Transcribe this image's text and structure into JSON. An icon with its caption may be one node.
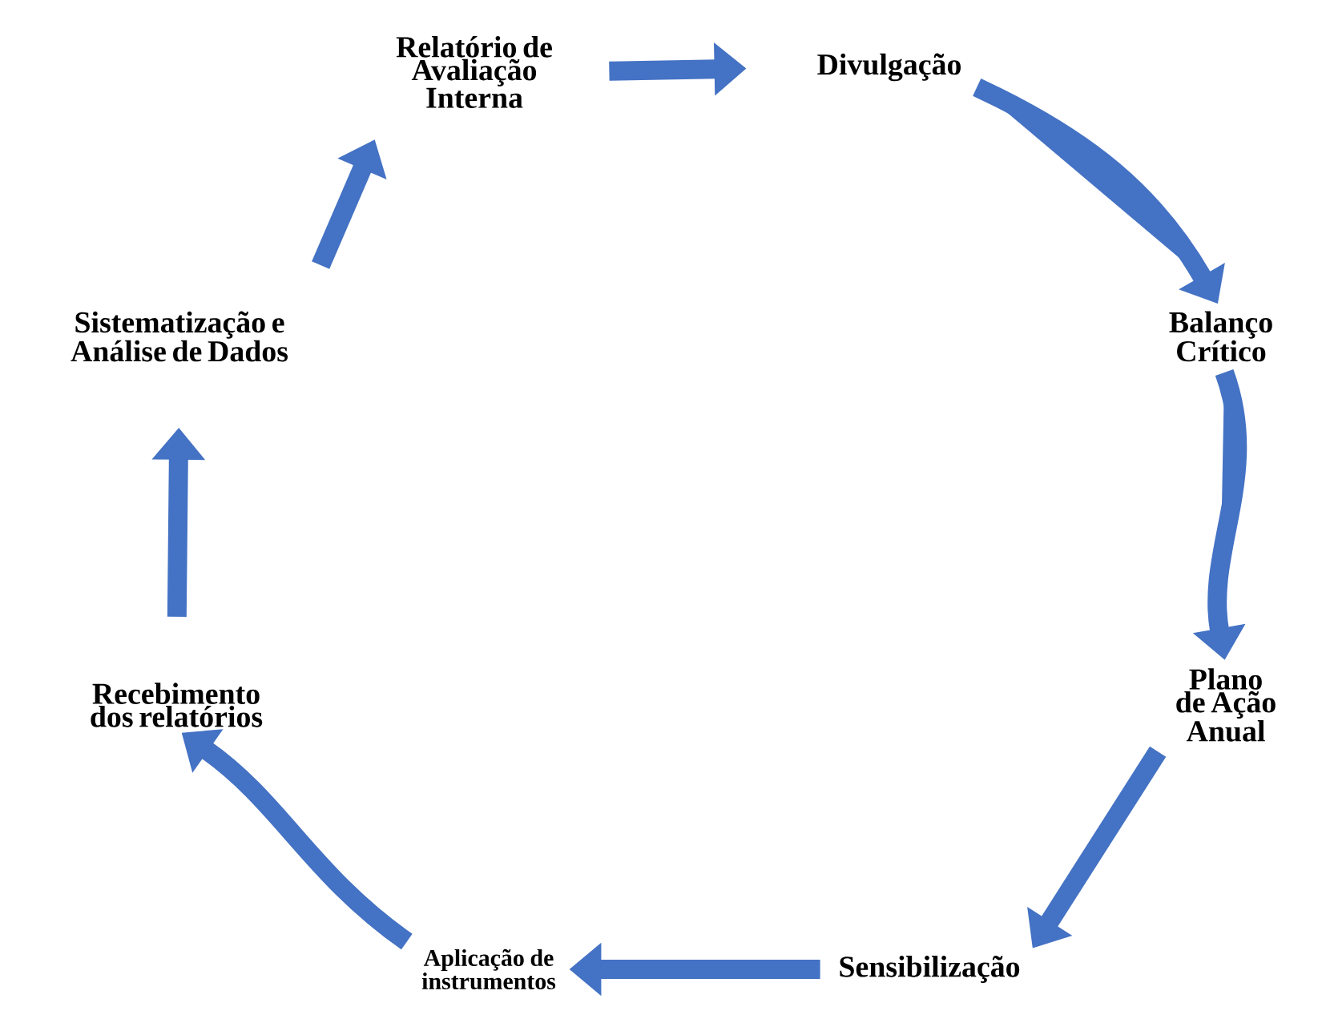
{
  "diagram": {
    "nodes": [
      {
        "text": [
          "Relatório de Avaliação Interna"
        ]
      },
      {
        "text": [
          "Divulgação"
        ]
      },
      {
        "text": [
          "Balanço Crítico"
        ]
      },
      {
        "text": [
          "Plano de Ação Anual"
        ]
      },
      {
        "text": [
          "Sensibilização"
        ]
      },
      {
        "text": [
          "Aplicação de instrumentos"
        ]
      },
      {
        "text": [
          "Recebimento dos relatórios"
        ]
      },
      {
        "text": [
          "Sistematização e Análise de Dados"
        ]
      }
    ],
    "edges": [
      {
        "from": 0,
        "to": 1,
        "arrow": "to"
      },
      {
        "from": 1,
        "to": 2,
        "arrow": "to"
      },
      {
        "from": 2,
        "to": 3,
        "arrow": "to"
      },
      {
        "from": 3,
        "to": 4,
        "arrow": "to"
      },
      {
        "from": 4,
        "to": 5,
        "arrow": "to"
      },
      {
        "from": 5,
        "to": 6,
        "arrow": "to"
      },
      {
        "from": 6,
        "to": 7,
        "arrow": "to"
      },
      {
        "from": 7,
        "to": 0,
        "arrow": "to"
      }
    ]
  }
}
